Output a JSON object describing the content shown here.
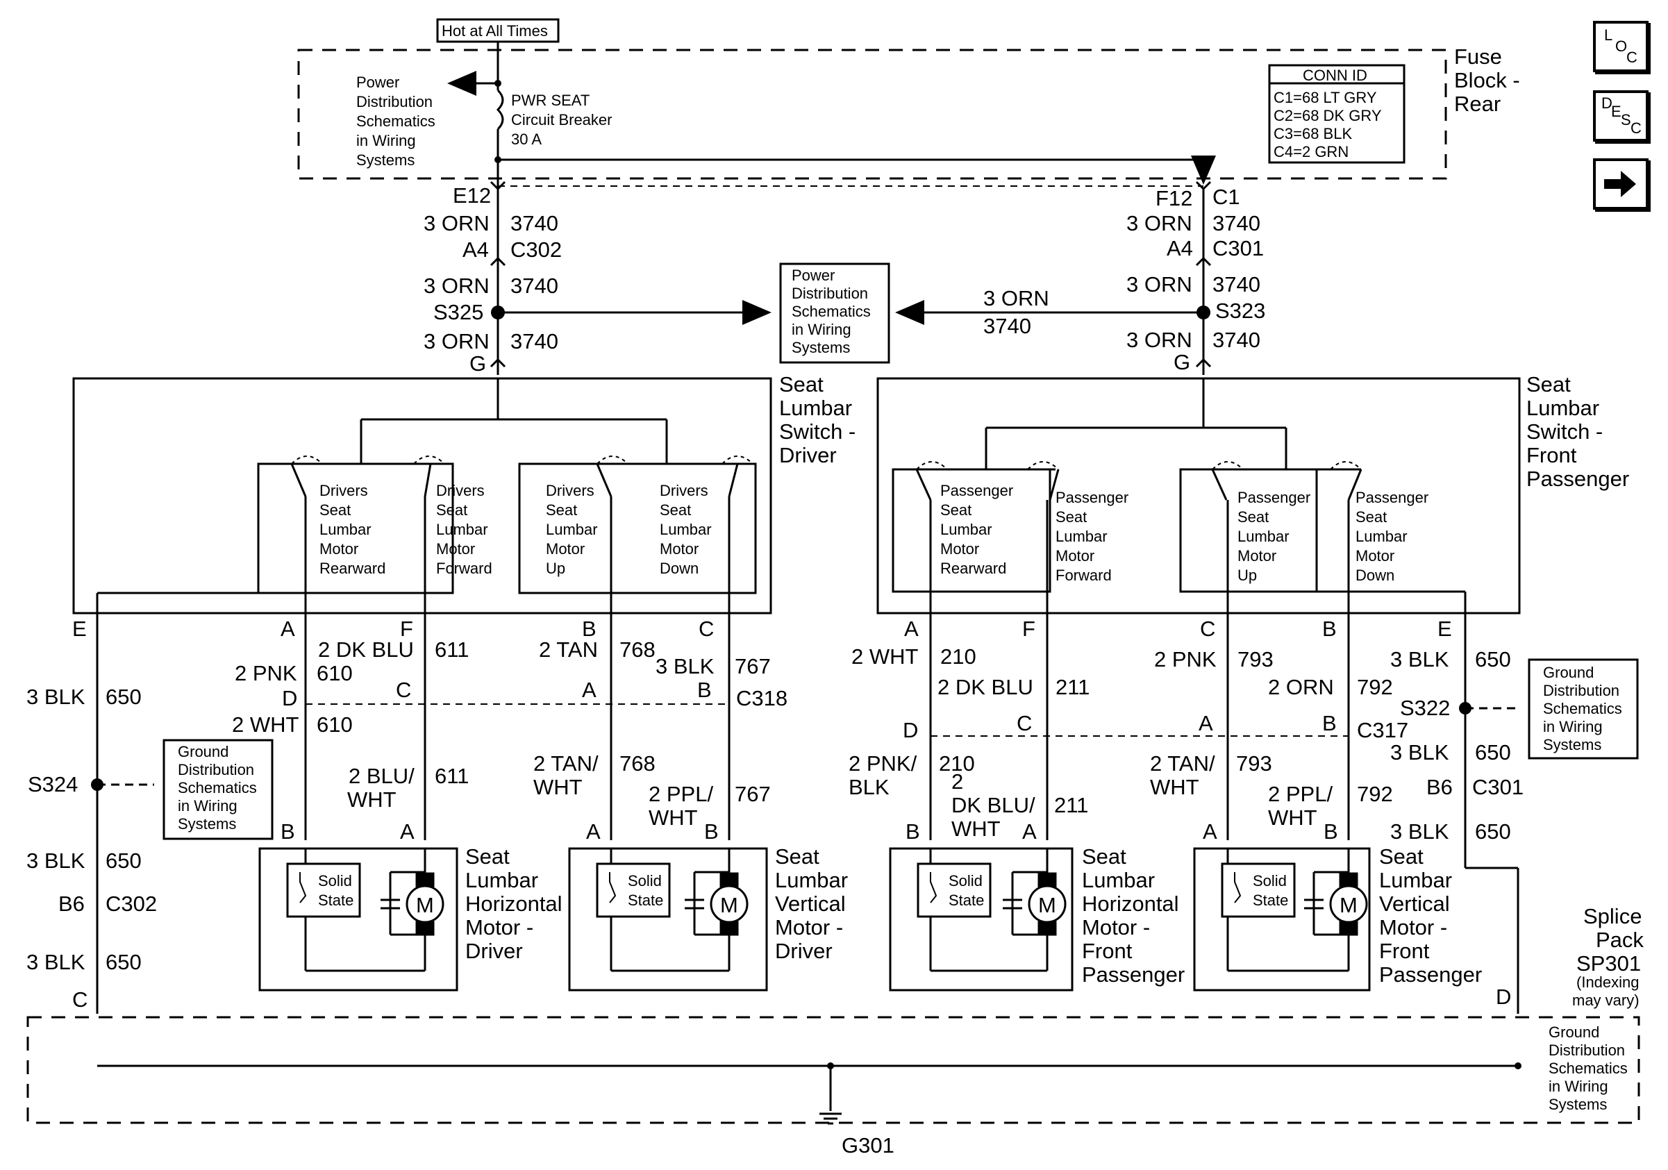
{
  "top": {
    "hot_label": "Hot at All Times",
    "power_ref": [
      "Power",
      "Distribution",
      "Schematics",
      "in Wiring",
      "Systems"
    ],
    "breaker": [
      "PWR SEAT",
      "Circuit Breaker",
      "30 A"
    ],
    "fuse_block": [
      "Fuse",
      "Block -",
      "Rear"
    ],
    "conn_title": "CONN ID",
    "conn_rows": [
      "C1=68 LT GRY",
      "C2=68 DK GRY",
      "C3=68 BLK",
      "C4=2 GRN"
    ]
  },
  "left_feed": {
    "pin_top": "E12",
    "wire1": "3 ORN",
    "circuit": "3740",
    "pin_a4": "A4",
    "conn": "C302",
    "splice": "S325",
    "pin_g": "G"
  },
  "right_feed": {
    "pin_top": "F12",
    "conn_top": "C1",
    "wire1": "3 ORN",
    "circuit": "3740",
    "pin_a4": "A4",
    "conn": "C301",
    "splice": "S323",
    "pin_g": "G",
    "mid_wire": "3 ORN",
    "mid_circuit": "3740"
  },
  "center_ref": [
    "Power",
    "Distribution",
    "Schematics",
    "in Wiring",
    "Systems"
  ],
  "driver_switch": {
    "title": [
      "Seat",
      "Lumbar",
      "Switch -",
      "Driver"
    ],
    "contacts": [
      [
        "Drivers",
        "Seat",
        "Lumbar",
        "Motor",
        "Rearward"
      ],
      [
        "Drivers",
        "Seat",
        "Lumbar",
        "Motor",
        "Forward"
      ],
      [
        "Drivers",
        "Seat",
        "Lumbar",
        "Motor",
        "Up"
      ],
      [
        "Drivers",
        "Seat",
        "Lumbar",
        "Motor",
        "Down"
      ]
    ],
    "pins": [
      "E",
      "A",
      "F",
      "B",
      "C"
    ]
  },
  "pass_switch": {
    "title": [
      "Seat",
      "Lumbar",
      "Switch -",
      "Front",
      "Passenger"
    ],
    "contacts": [
      [
        "Passenger",
        "Seat",
        "Lumbar",
        "Motor",
        "Rearward"
      ],
      [
        "Passenger",
        "Seat",
        "Lumbar",
        "Motor",
        "Forward"
      ],
      [
        "Passenger",
        "Seat",
        "Lumbar",
        "Motor",
        "Up"
      ],
      [
        "Passenger",
        "Seat",
        "Lumbar",
        "Motor",
        "Down"
      ]
    ],
    "pins": [
      "A",
      "F",
      "C",
      "B",
      "E"
    ]
  },
  "driver_wires": {
    "e_wire": "3 BLK",
    "e_circ": "650",
    "a_wire": "2 PNK",
    "a_circ": "610",
    "f_wire": "2 DK BLU",
    "f_circ": "611",
    "b_wire": "2 TAN",
    "b_circ": "768",
    "c_wire": "3 BLK",
    "c_circ": "767",
    "conn": "C318",
    "pin_d": "D",
    "pin_c": "C",
    "pin_a": "A",
    "pin_b": "B",
    "d_wire": "2 WHT",
    "d_circ": "610",
    "c2_wire": [
      "2 BLU/",
      "WHT"
    ],
    "c2_circ": "611",
    "a2_wire": [
      "2 TAN/",
      "WHT"
    ],
    "a2_circ": "768",
    "b2_wire": [
      "2 PPL/",
      "WHT"
    ],
    "b2_circ": "767",
    "splice": "S324",
    "gnd_ref": [
      "Ground",
      "Distribution",
      "Schematics",
      "in Wiring",
      "Systems"
    ],
    "lower_wire": "3 BLK",
    "lower_circ": "650",
    "b6": "B6",
    "b6_conn": "C302",
    "c_circ2": "650",
    "pin_c_bottom": "C"
  },
  "pass_wires": {
    "a_wire": "2 WHT",
    "a_circ": "210",
    "f_wire": "2 DK BLU",
    "f_circ": "211",
    "c_wire": "2 PNK",
    "c_circ": "793",
    "b_wire": "2 ORN",
    "b_circ": "792",
    "e_wire": "3 BLK",
    "e_circ": "650",
    "conn": "C317",
    "pin_d": "D",
    "pin_c": "C",
    "pin_a": "A",
    "pin_b": "B",
    "d_wire": [
      "2 PNK/",
      "BLK"
    ],
    "d_circ": "210",
    "c2_wire": [
      "2",
      "DK BLU/",
      "WHT"
    ],
    "c2_circ": "211",
    "a2_wire": [
      "2 TAN/",
      "WHT"
    ],
    "a2_circ": "793",
    "b2_wire": [
      "2 PPL/",
      "WHT"
    ],
    "b2_circ": "792",
    "splice": "S322",
    "gnd_ref": [
      "Ground",
      "Distribution",
      "Schematics",
      "in Wiring",
      "Systems"
    ],
    "lower_wire": "3 BLK",
    "lower_circ": "650",
    "b6": "B6",
    "b6_conn": "C301",
    "bottom_wire": "3 BLK",
    "bottom_circ": "650"
  },
  "motors": [
    {
      "title": [
        "Seat",
        "Lumbar",
        "Horizontal",
        "Motor -",
        "Driver"
      ],
      "solid": [
        "Solid",
        "State"
      ],
      "m": "M",
      "pins": [
        "B",
        "A"
      ]
    },
    {
      "title": [
        "Seat",
        "Lumbar",
        "Vertical",
        "Motor -",
        "Driver"
      ],
      "solid": [
        "Solid",
        "State"
      ],
      "m": "M",
      "pins": [
        "A",
        "B"
      ]
    },
    {
      "title": [
        "Seat",
        "Lumbar",
        "Horizontal",
        "Motor -",
        "Front",
        "Passenger"
      ],
      "solid": [
        "Solid",
        "State"
      ],
      "m": "M",
      "pins": [
        "B",
        "A"
      ]
    },
    {
      "title": [
        "Seat",
        "Lumbar",
        "Vertical",
        "Motor -",
        "Front",
        "Passenger"
      ],
      "solid": [
        "Solid",
        "State"
      ],
      "m": "M",
      "pins": [
        "A",
        "B"
      ]
    }
  ],
  "bottom": {
    "splice_pack": [
      "Splice",
      "Pack",
      "SP301"
    ],
    "indexing": [
      "(Indexing",
      "may vary)"
    ],
    "pin_d": "D",
    "gnd_ref": [
      "Ground",
      "Distribution",
      "Schematics",
      "in Wiring",
      "Systems"
    ],
    "ground": "G301"
  },
  "nav": {
    "loc": [
      "L",
      "O",
      "C"
    ],
    "desc": [
      "D",
      "E",
      "S",
      "C"
    ],
    "next_icon": "right-arrow-icon"
  }
}
